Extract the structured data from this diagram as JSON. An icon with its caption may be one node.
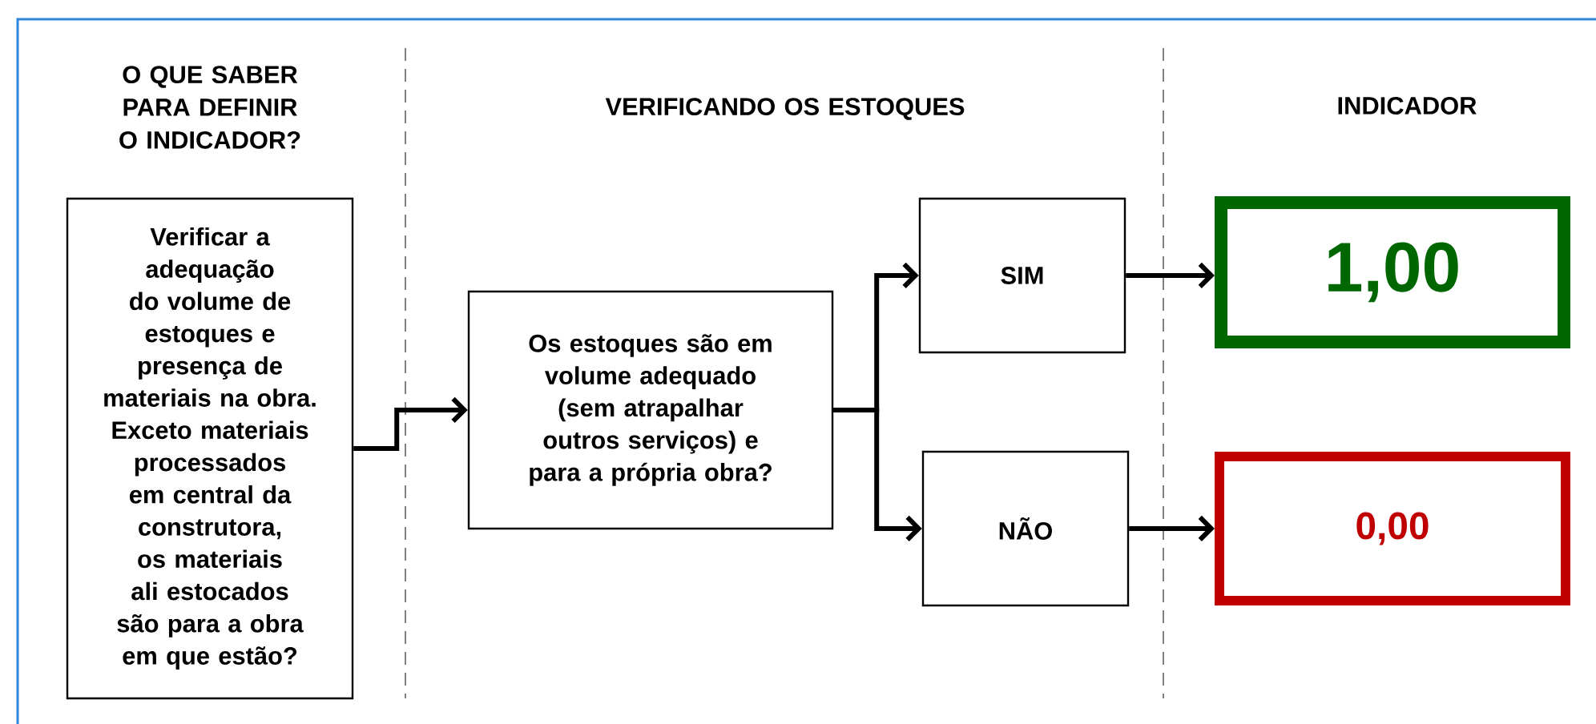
{
  "diagram": {
    "nodes": [
      {
        "text": [
          "Verificar a adequação do volume de estoques e presença de materiais na obra. Exceto materiais processados em central da construtora, os materiais ali estocados são para a obra em que estão?"
        ]
      },
      {
        "text": [
          "Os estoques são em volume adequado (sem atrapalhar outros serviços) e para a própria obra?"
        ]
      },
      {
        "text": [
          "SIM"
        ]
      },
      {
        "text": [
          "NÃO"
        ]
      },
      {
        "text": [
          "1,00"
        ]
      },
      {
        "text": [
          "0,00"
        ]
      }
    ],
    "edges": [
      {
        "from": 0,
        "to": 1,
        "arrow": "to"
      },
      {
        "from": 1,
        "to": 2,
        "arrow": "to"
      },
      {
        "from": 1,
        "to": 3,
        "arrow": "to"
      },
      {
        "from": 2,
        "to": 4,
        "arrow": "to"
      },
      {
        "from": 3,
        "to": 5,
        "arrow": "to"
      }
    ],
    "labels": [
      "O QUE SABER PARA DEFINIR O INDICADOR?",
      "VERIFICANDO OS ESTOQUES",
      "INDICADOR"
    ]
  }
}
